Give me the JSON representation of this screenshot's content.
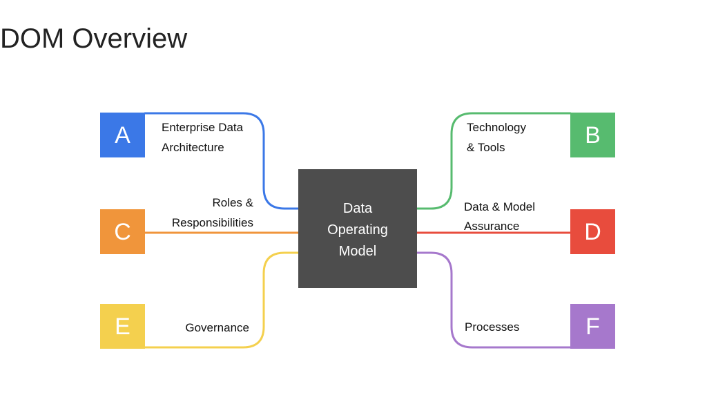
{
  "title": "DOM Overview",
  "center": {
    "lines": [
      "Data",
      "Operating",
      "Model"
    ],
    "color": "#4d4d4d"
  },
  "nodes": [
    {
      "letter": "A",
      "label_lines": [
        "Enterprise Data",
        "Architecture"
      ],
      "color": "#3b78e7"
    },
    {
      "letter": "B",
      "label_lines": [
        "Technology",
        "& Tools"
      ],
      "color": "#57bb6f"
    },
    {
      "letter": "C",
      "label_lines": [
        "Roles &",
        "Responsibilities"
      ],
      "color": "#f0953b"
    },
    {
      "letter": "D",
      "label_lines": [
        "Data & Model",
        "Assurance"
      ],
      "color": "#e84c3d"
    },
    {
      "letter": "E",
      "label_lines": [
        "Governance"
      ],
      "color": "#f4d04e"
    },
    {
      "letter": "F",
      "label_lines": [
        "Processes"
      ],
      "color": "#a678cc"
    }
  ]
}
